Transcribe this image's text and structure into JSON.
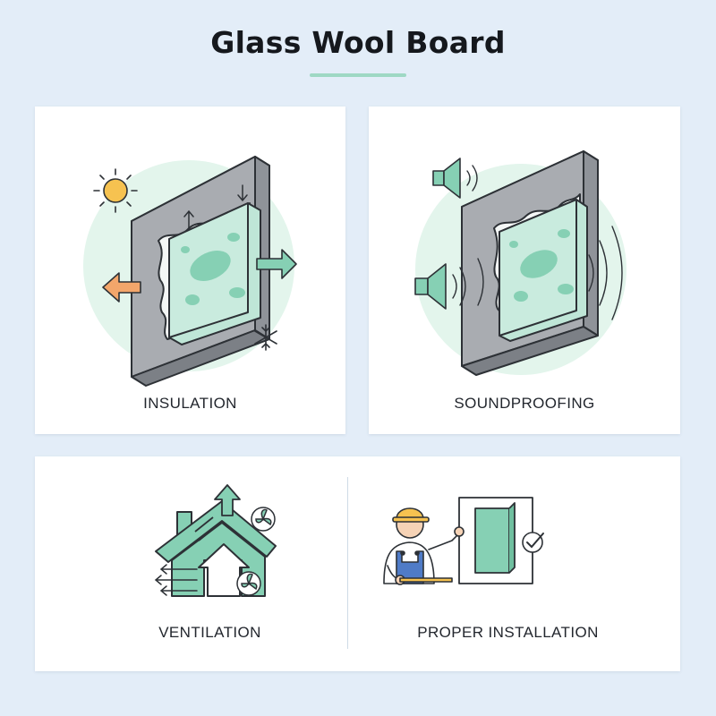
{
  "header": {
    "title": "Glass Wool Board"
  },
  "cards": {
    "insulation": {
      "label": "INSULATION"
    },
    "soundproofing": {
      "label": "SOUNDPROOFING"
    },
    "ventilation": {
      "label": "VENTILATION"
    },
    "installation": {
      "label": "PROPER INSTALLATION"
    }
  },
  "colors": {
    "background": "#e3edf8",
    "accent_green": "#86d0b4",
    "pale_green": "#e3f5ec",
    "wall_gray": "#a9acb1",
    "arrow_orange": "#f3a66b",
    "sun_yellow": "#f6c250",
    "worker_blue": "#4f7bc7"
  },
  "icons": [
    "sun-icon",
    "snowflake-icon",
    "heat-out-arrow-icon",
    "heat-in-arrow-icon",
    "speaker-icon",
    "sound-wave-icon",
    "house-icon",
    "fan-icon",
    "airflow-arrows-icon",
    "worker-icon",
    "hard-hat-icon",
    "checkmark-icon"
  ]
}
